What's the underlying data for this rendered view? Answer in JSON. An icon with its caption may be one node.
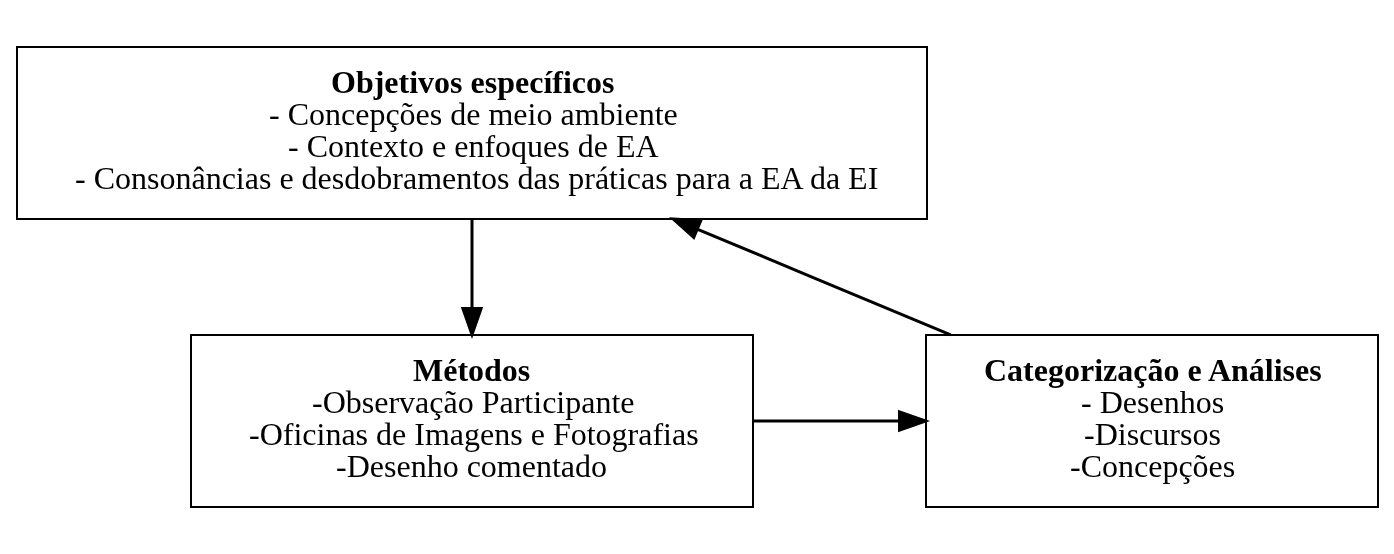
{
  "diagram": {
    "nodes": [
      {
        "text": [
          "Objetivos específicos",
          "- Concepções de meio ambiente",
          "- Contexto e enfoques de EA",
          "- Consonâncias e desdobramentos das práticas para a EA da EI"
        ]
      },
      {
        "text": [
          "Métodos",
          "-Observação Participante",
          "-Oficinas de Imagens e Fotografias",
          "-Desenho comentado"
        ]
      },
      {
        "text": [
          "Categorização e Análises",
          "- Desenhos",
          "-Discursos",
          "-Concepções"
        ]
      }
    ],
    "edges": [
      {
        "from": 0,
        "to": 1,
        "arrow": "to"
      },
      {
        "from": 1,
        "to": 2,
        "arrow": "to"
      },
      {
        "from": 2,
        "to": 0,
        "arrow": "to"
      }
    ]
  }
}
